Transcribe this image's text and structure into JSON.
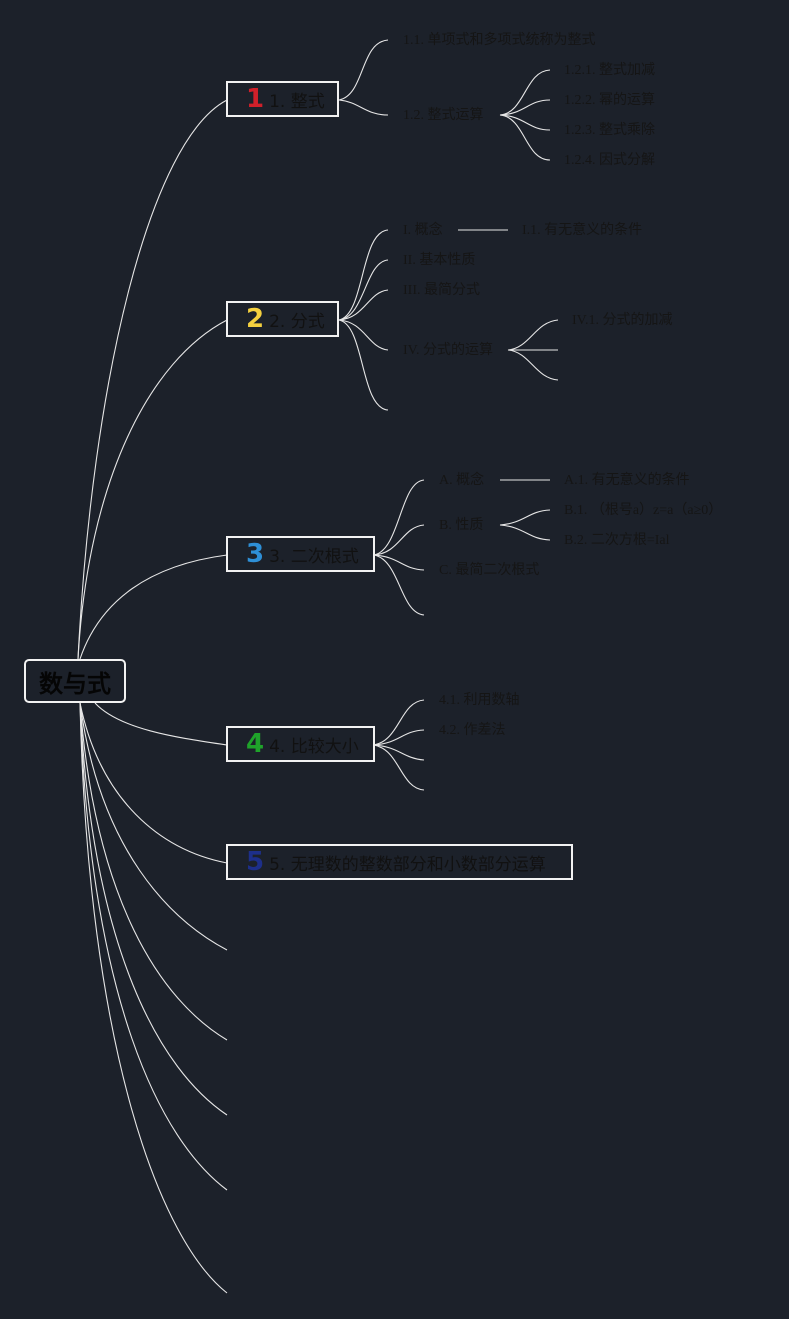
{
  "root": {
    "label": "数与式"
  },
  "topics": [
    {
      "num": "1",
      "label": "1. 整式",
      "color": "#d0202a"
    },
    {
      "num": "2",
      "label": "2. 分式",
      "color": "#f4d03f"
    },
    {
      "num": "3",
      "label": "3. 二次根式",
      "color": "#2e8fd6"
    },
    {
      "num": "4",
      "label": "4. 比较大小",
      "color": "#1fa32a"
    },
    {
      "num": "5",
      "label": "5. 无理数的整数部分和小数部分运算",
      "color": "#1d2f8a"
    }
  ],
  "t1": {
    "s1": "1.1. 单项式和多项式统称为整式",
    "s2": "1.2. 整式运算",
    "s2_children": [
      "1.2.1. 整式加减",
      "1.2.2. 幂的运算",
      "1.2.3. 整式乘除",
      "1.2.4. 因式分解"
    ]
  },
  "t2": {
    "s1": "I. 概念",
    "s1_child": "I.1. 有无意义的条件",
    "s2": "II. 基本性质",
    "s3": "III. 最简分式",
    "s4": "IV. 分式的运算",
    "s4_child": "IV.1. 分式的加减"
  },
  "t3": {
    "a": "A. 概念",
    "a_child": "A.1. 有无意义的条件",
    "b": "B. 性质",
    "b_children": [
      "B.1. （根号a）z=a（a≥0）",
      "B.2. 二次方根=Ial"
    ],
    "c": "C. 最简二次根式"
  },
  "t4": {
    "items": [
      "4.1. 利用数轴",
      "4.2. 作差法"
    ]
  }
}
